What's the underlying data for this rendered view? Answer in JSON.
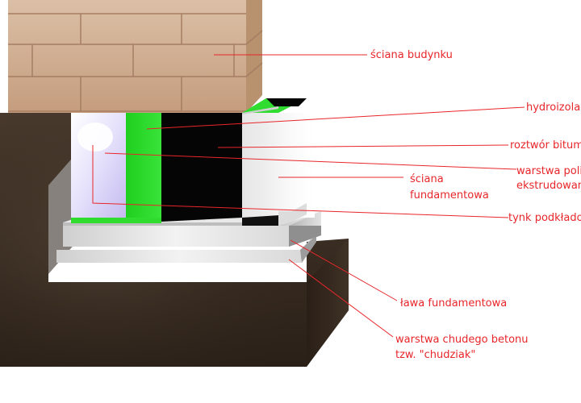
{
  "labels": {
    "wall": "ściana budynku",
    "waterproofing": "hydroizolacja",
    "bitumen": "roztwór bitumiczny",
    "xps_line1": "warstwa polistyrenu",
    "xps_line2": "ekstrudowanego",
    "foundation_wall_line1": "ściana",
    "foundation_wall_line2": "fundamentowa",
    "render": "tynk podkładowy",
    "footing": "ława fundamentowa",
    "lean_concrete_line1": "warstwa chudego betonu",
    "lean_concrete_line2": "tzw. \"chudziak\""
  },
  "colors": {
    "annotation": "#e8262a",
    "brick": "#c9a385",
    "brick_mortar": "#a9806a",
    "soil_dark": "#3f3226",
    "green_membrane": "#2fdc2f",
    "bitumen_black": "#050505",
    "xps_lavender": "#c8c0ee",
    "concrete_grey": "#d6d6d6"
  }
}
